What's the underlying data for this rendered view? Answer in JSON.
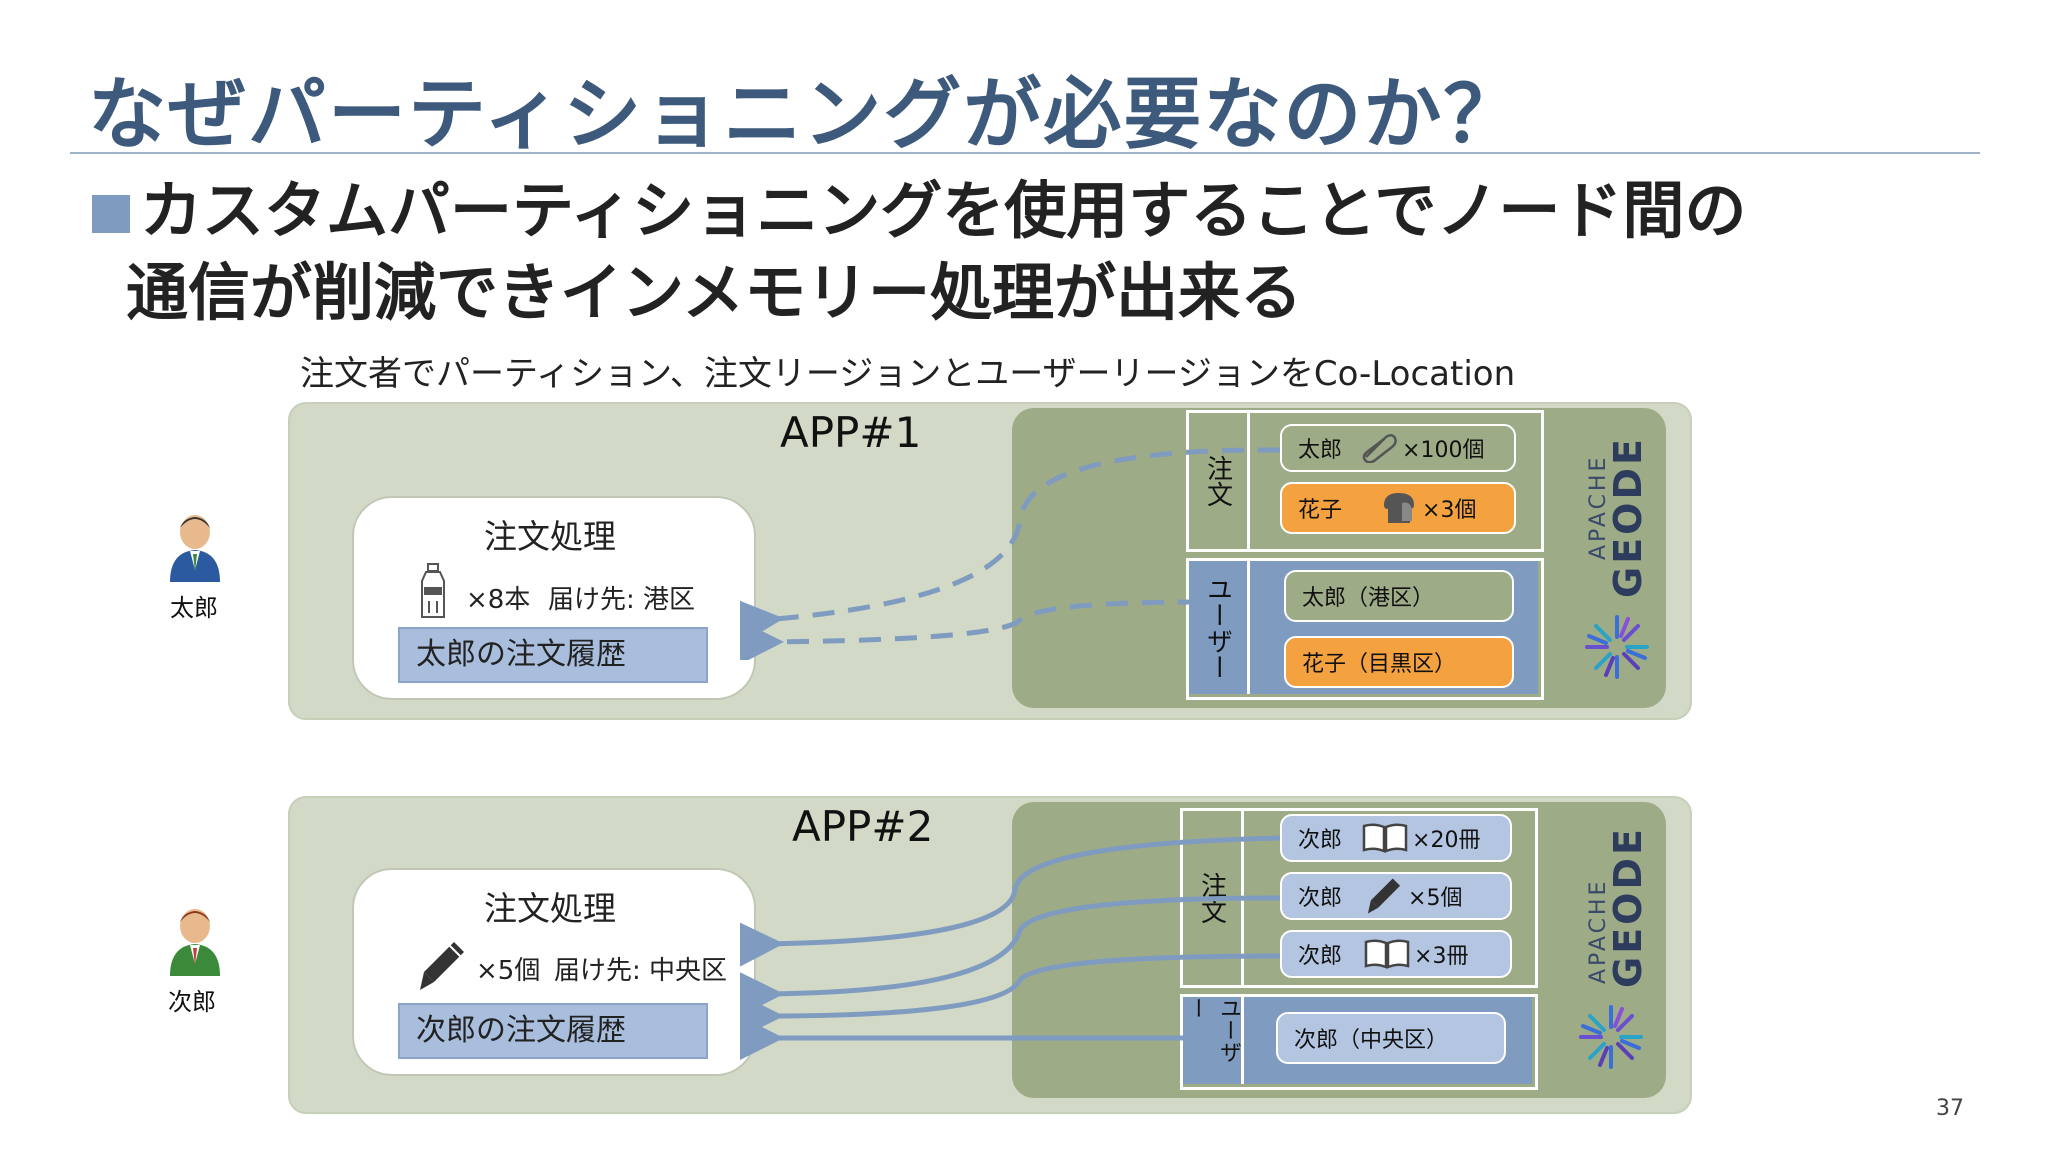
{
  "slide": {
    "title": "なぜパーティショニングが必要なのか？",
    "bullet_line1": "カスタムパーティショニングを使用することでノード間の",
    "bullet_line2": "通信が削減できインメモリー処理が出来る",
    "subtitle": "注文者でパーティション、注文リージョンとユーザーリージョンをCo-Location",
    "page_number": "37"
  },
  "app1": {
    "label": "APP#1",
    "person": "太郎",
    "card_title": "注文処理",
    "order_qty": "×8本",
    "delivery": "届け先: 港区",
    "history": "太郎の注文履歴",
    "order_region_label": "注文",
    "user_region_label": "ユーザー",
    "orders": [
      {
        "name": "太郎",
        "qty": "×100個",
        "icon": "paperclip-icon"
      },
      {
        "name": "花子",
        "qty": "×3個",
        "icon": "bread-icon"
      }
    ],
    "users": [
      {
        "text": "太郎（港区）"
      },
      {
        "text": "花子（目黒区）"
      }
    ],
    "geode_top": "APACHE",
    "geode_bottom": "GEODE"
  },
  "app2": {
    "label": "APP#2",
    "person": "次郎",
    "card_title": "注文処理",
    "order_qty": "×5個",
    "delivery": "届け先: 中央区",
    "history": "次郎の注文履歴",
    "order_region_label": "注文",
    "user_region_label": "ユーザー",
    "orders": [
      {
        "name": "次郎",
        "qty": "×20冊",
        "icon": "book-icon"
      },
      {
        "name": "次郎",
        "qty": "×5個",
        "icon": "pen-icon"
      },
      {
        "name": "次郎",
        "qty": "×3冊",
        "icon": "book-icon"
      }
    ],
    "users": [
      {
        "text": "次郎（中央区）"
      }
    ],
    "geode_top": "APACHE",
    "geode_bottom": "GEODE"
  },
  "colors": {
    "title": "#3d5a7c",
    "panel": "#d2d9c6",
    "geode_box": "#9eab87",
    "region_blue": "#7f9cc0",
    "item_orange": "#f4a23f",
    "item_blue": "#b4c5e1",
    "arrow": "#7f9cc0"
  }
}
